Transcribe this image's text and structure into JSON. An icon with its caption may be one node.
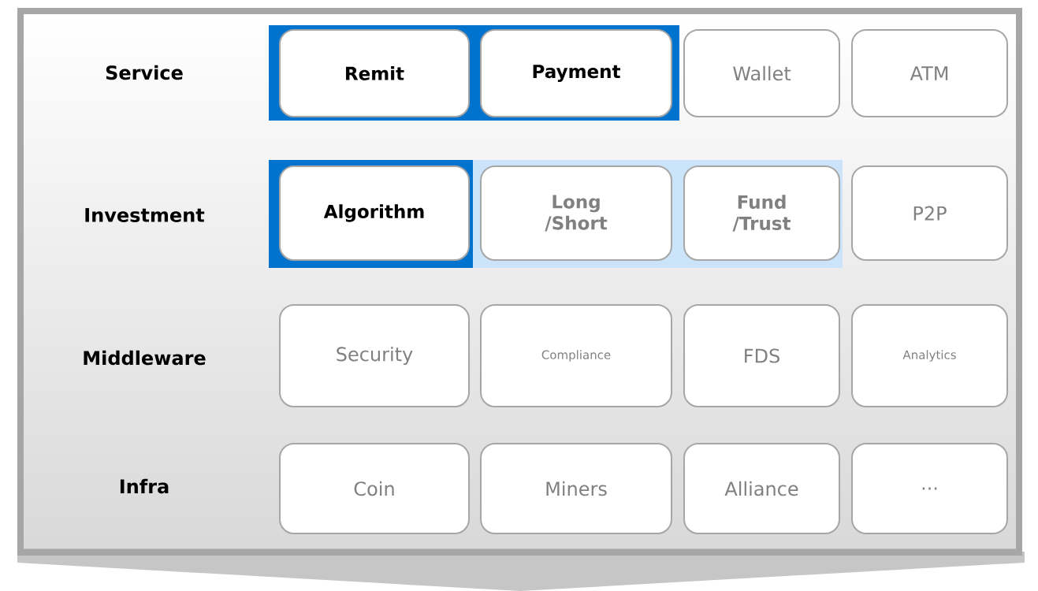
{
  "diagram": {
    "nodes": [
      {
        "text": [],
        "shape": "box"
      },
      {
        "text": [
          "Remit"
        ],
        "in": 0
      },
      {
        "text": [
          "Payment"
        ],
        "in": 0
      },
      {
        "text": [
          "Wallet"
        ]
      },
      {
        "text": [
          "ATM"
        ]
      },
      {
        "text": [],
        "shape": "box"
      },
      {
        "text": [
          "Algorithm"
        ],
        "in": 5
      },
      {
        "text": [],
        "shape": "box"
      },
      {
        "text": [
          "Long /Short"
        ],
        "in": 7
      },
      {
        "text": [
          "Fund /Trust"
        ],
        "in": 7
      },
      {
        "text": [
          "P2P"
        ]
      },
      {
        "text": [
          "Security"
        ]
      },
      {
        "text": [
          "Compliance"
        ]
      },
      {
        "text": [
          "FDS"
        ]
      },
      {
        "text": [
          "Analytics"
        ]
      },
      {
        "text": [
          "Coin"
        ]
      },
      {
        "text": [
          "Miners"
        ]
      },
      {
        "text": [
          "Alliance"
        ]
      },
      {
        "text": [
          "..."
        ]
      }
    ],
    "labels": [
      "Service",
      "Investment",
      "Middleware",
      "Infra"
    ]
  }
}
